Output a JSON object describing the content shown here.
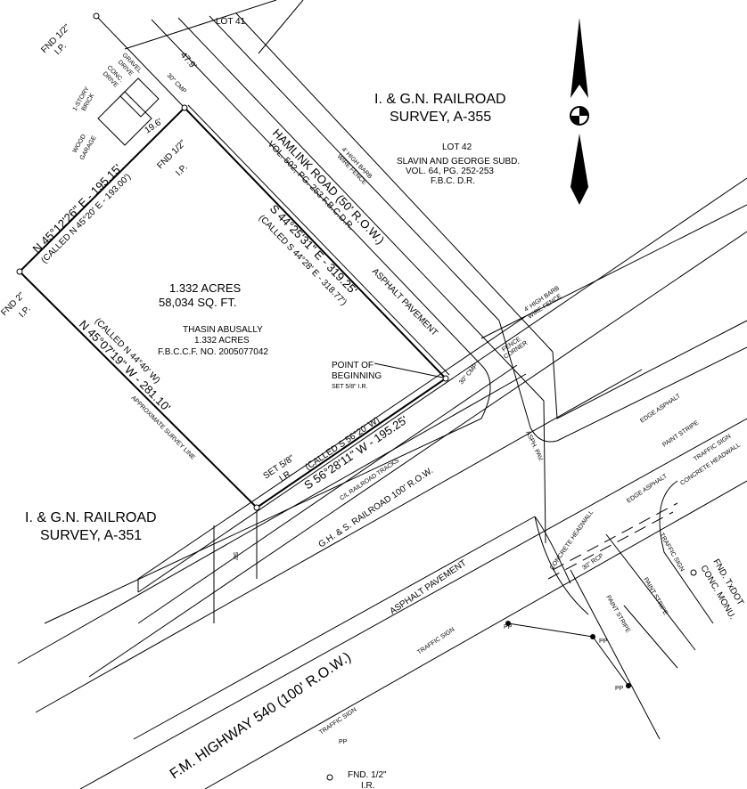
{
  "labels": {
    "lot41": "LOT 41",
    "fnd_top": "FND 1/2\"",
    "fnd_top_ip": "I.P.",
    "gravel": "GRAVEL",
    "gravel2": "DRIVE",
    "conc": "CONC.",
    "conc2": "DRIVE",
    "brick": "1-STORY",
    "brick2": "BRICK",
    "wood": "WOOD",
    "wood2": "GARAGE",
    "dim_479": "47.9'",
    "cmp_top": "30\" CMP",
    "dim_196": "19.6'",
    "fnd_mid": "FND 1/2\"",
    "fnd_mid_ip": "I.P.",
    "north_bearing": "N 45°12'26\" E - 195.15'",
    "north_called": "(CALLED N 45°20' E - 193.00')",
    "fnd_2": "FND 2\"",
    "fnd_2_ip": "I.P.",
    "rr_survey_355": "I. & G.N. RAILROAD",
    "rr_survey_355b": "SURVEY, A-355",
    "lot42": "LOT 42",
    "subd": "SLAVIN AND GEORGE SUBD.",
    "subd_vol": "VOL. 64, PG. 252-253",
    "subd_fbc": "F.B.C. D.R.",
    "fence1": "4' HIGH BARB",
    "fence1b": "WIRE FENCE",
    "hamlink": "HAMLINK ROAD (50' R.O.W.)",
    "hamlink_vol": "VOL. 502, PG. 253 F.B.C.D.R.",
    "east_bearing": "S 44°25'31\" E - 319.25'",
    "east_called": "(CALLED S 44°28' E - 318.77')",
    "asphalt1": "ASPHALT PAVEMENT",
    "acres": "1.332 ACRES",
    "sqft": "58,034 SQ. FT.",
    "owner": "THASIN ABUSALLY",
    "owner_acres": "1.332 ACRES",
    "owner_doc": "F.B.C.C.F. NO. 2005077042",
    "pob": "POINT OF",
    "pob2": "BEGINNING",
    "pob3": "SET 5/8\" I.R.",
    "cmp_pob": "30\" CMP",
    "fence2": "4' HIGH BARB",
    "fence2b": "WIRE FENCE",
    "fence_corner": "FENCE",
    "fence_corner2": "CORNER",
    "west_bearing": "N 45°07'19\" W - 281.10'",
    "west_called": "(CALLED N 44°40' W)",
    "approx_line": "APPROXIMATE SURVEY LINE",
    "set_58": "SET 5/8\"",
    "set_58_ir": "I.R.",
    "south_called": "(CALLED S 56°20' W)",
    "south_bearing": "S 56°28'11\" W - 195.25'",
    "tracks": "C/L RAILROAD TRACKS",
    "gh_row": "G.H. & S. RAILROAD 100' R.O.W.",
    "asph_pav": "ASPH. PAV.",
    "edge_asphalt1": "EDGE ASPHALT",
    "paint_stripe1": "PAINT STRIPE",
    "traffic_sign1": "TRAFFIC SIGN",
    "edge_asphalt2": "EDGE ASPHALT",
    "conc_headwall1": "CONCRETE HEADWALL",
    "traffic_sign2": "TRAFFIC SIGN",
    "paint_stripe2": "PAINT STRIPE",
    "txdot": "FND. TxDOT",
    "txdot2": "CONC. MONU.",
    "rr_survey_351": "I. & G.N. RAILROAD",
    "rr_survey_351b": "SURVEY, A-351",
    "dim_50": "50'",
    "conc_headwall2": "CONCRETE HEADWALL",
    "rcp": "30\" RCP",
    "paint_stripe3": "PAINT STRIPE",
    "asphalt2": "ASPHALT PAVEMENT",
    "traffic_sign3": "TRAFFIC SIGN",
    "traffic_sign4": "TRAFFIC SIGN",
    "pp1": "PP",
    "pp2": "PP",
    "pp3": "PP",
    "pp4": "PP",
    "fm540": "F.M. HIGHWAY 540 (100' R.O.W.)",
    "fnd_bottom": "FND. 1/2\"",
    "fnd_bottom_ir": "I.R."
  }
}
